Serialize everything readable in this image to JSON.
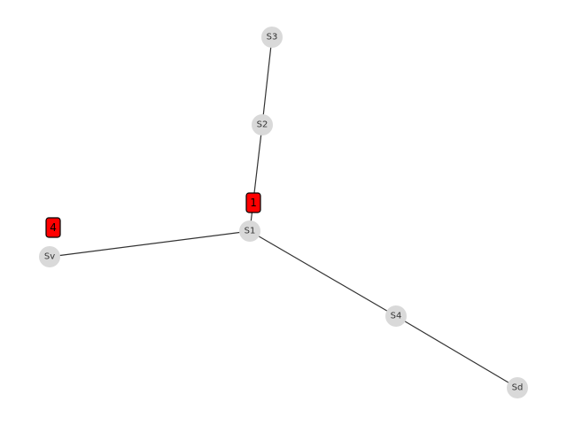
{
  "colors": {
    "node_fill": "#d9d9d9",
    "edge": "#333333",
    "marker_fill": "#ff0000",
    "marker_border": "#000000"
  },
  "nodes": [
    {
      "id": "S3",
      "label": "S3"
    },
    {
      "id": "S2",
      "label": "S2"
    },
    {
      "id": "S1",
      "label": "S1"
    },
    {
      "id": "Sv",
      "label": "Sv"
    },
    {
      "id": "S4",
      "label": "S4"
    },
    {
      "id": "Sd",
      "label": "Sd"
    }
  ],
  "edges": [
    {
      "from": "S3",
      "to": "S2"
    },
    {
      "from": "S2",
      "to": "S1"
    },
    {
      "from": "S1",
      "to": "Sv"
    },
    {
      "from": "S1",
      "to": "S4"
    },
    {
      "from": "S4",
      "to": "Sd"
    }
  ],
  "markers": [
    {
      "label": "1",
      "near": "S1"
    },
    {
      "label": "4",
      "near": "Sv"
    }
  ]
}
